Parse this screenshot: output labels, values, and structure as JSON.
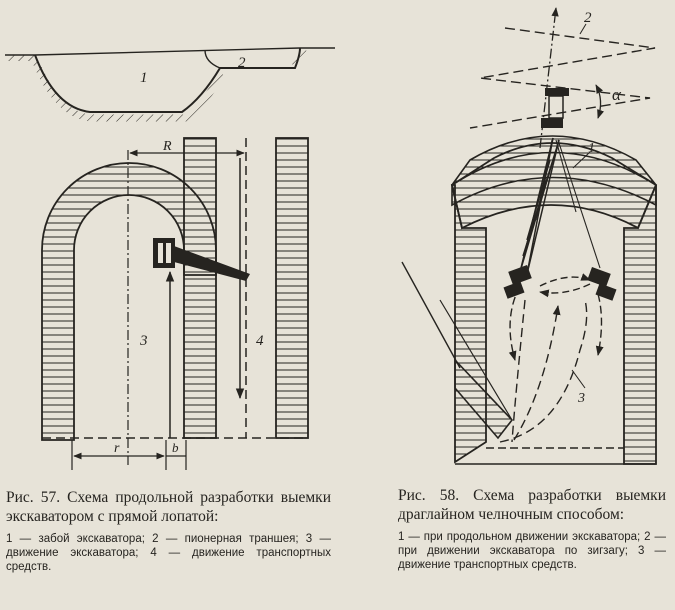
{
  "figure57": {
    "labels": {
      "forward": "1",
      "trench": "2",
      "radius": "R",
      "excavator_move": "3",
      "transport_move": "4",
      "r": "r",
      "b": "b"
    },
    "caption_title": "Рис. 57. Схема продольной разработки выемки экскаватором с прямой лопатой:",
    "caption_legend": "1 — забой экскаватора; 2 — пионерная траншея; 3 — движение экскаватора; 4 — движение транспортных средств."
  },
  "figure58": {
    "labels": {
      "longitudinal": "1",
      "zigzag": "2",
      "alpha": "α",
      "transport": "3"
    },
    "caption_title": "Рис. 58. Схема разработки выемки драглайном челночным способом:",
    "caption_legend": "1 — при продольном движении экскаватора; 2 — при движении экскаватора по зигзагу; 3 — движение транспортных средств."
  },
  "colors": {
    "ink": "#262420",
    "paper": "#e7e3d8"
  }
}
